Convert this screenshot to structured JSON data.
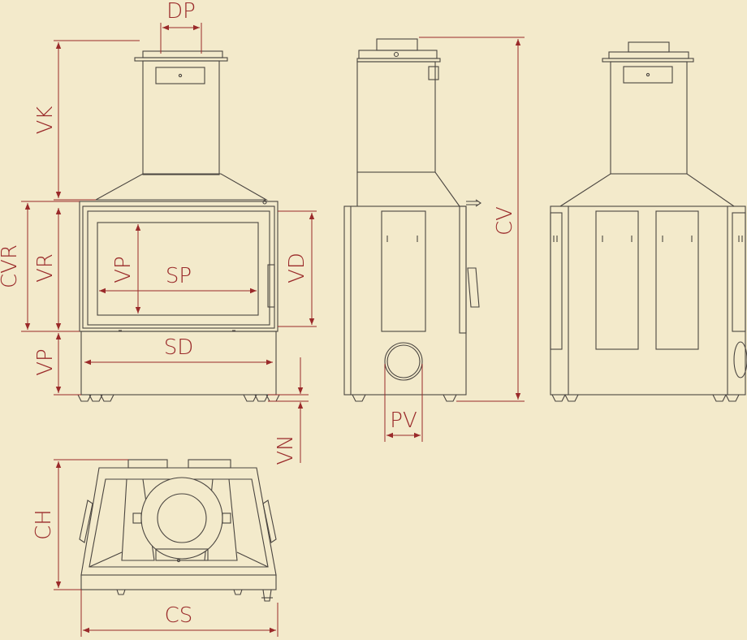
{
  "colors": {
    "background": "#f3eacb",
    "outline": "#4a4540",
    "dimension": "#9a2a2a"
  },
  "labels": {
    "dp": "DP",
    "vk": "VK",
    "cvr": "CVR",
    "vr": "VR",
    "vp_left": "VP",
    "vp_inner": "VP",
    "sp": "SP",
    "sd": "SD",
    "vd": "VD",
    "cv": "CV",
    "pv": "PV",
    "vn": "VN",
    "ch": "CH",
    "cs": "CS"
  }
}
